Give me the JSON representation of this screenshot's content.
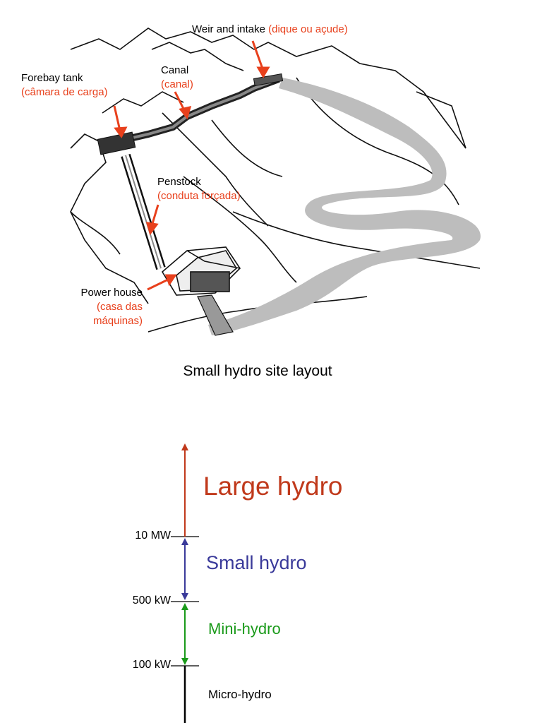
{
  "diagram": {
    "caption": "Small hydro site layout",
    "labels": {
      "weir": {
        "en": "Weir and intake",
        "pt": "(dique ou açude)"
      },
      "canal": {
        "en": "Canal",
        "pt": "(canal)"
      },
      "forebay": {
        "en": "Forebay tank",
        "pt": "(câmara de carga)"
      },
      "penstock": {
        "en": "Penstock",
        "pt": "(conduta forçada)"
      },
      "powerhouse": {
        "en": "Power house",
        "pt1": "(casa das",
        "pt2": "máquinas)"
      }
    },
    "annotation_color": "#e8401c"
  },
  "scale": {
    "ticks": [
      "10 MW",
      "500 kW",
      "100 kW"
    ],
    "ranges": [
      {
        "label": "Large hydro",
        "color": "#c0391b"
      },
      {
        "label": "Small hydro",
        "color": "#3a3a9a"
      },
      {
        "label": "Mini-hydro",
        "color": "#1a9a1a"
      },
      {
        "label": "Micro-hydro",
        "color": "#000000"
      }
    ]
  }
}
